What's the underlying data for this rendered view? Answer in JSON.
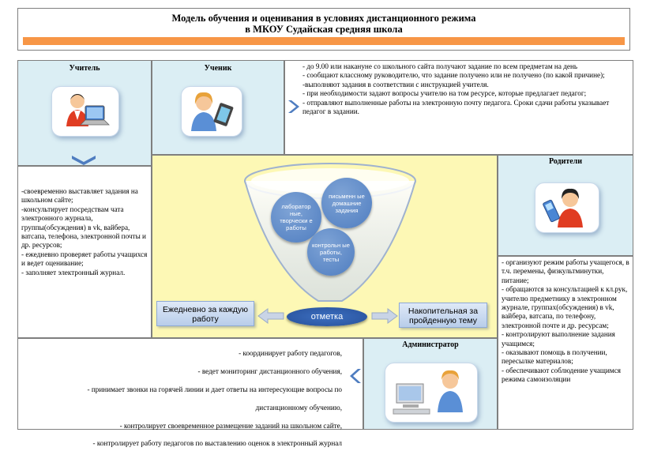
{
  "title": {
    "line1": "Модель обучения и оценивания в условиях дистанционного режима",
    "line2": "в МКОУ Судайская средняя школа"
  },
  "colors": {
    "accent_bar": "#f79646",
    "cell_blue": "#dbeef4",
    "cell_yellow": "#fdf8b5",
    "chevron": "#4f7dc0"
  },
  "teacher": {
    "header": "Учитель",
    "icon": "teacher-laptop-icon",
    "duties": "-своевременно выставляет задания на школьном сайте;\n-консультирует посредствам чата электронного журнала, группы(обсуждения) в vk, вайбера, ватсапа, телефона, электронной почты и др. ресурсов;\n- ежедневно проверяет работы учащихся и ведет оценивание;\n-  заполняет электронный журнал."
  },
  "student": {
    "header": "Ученик",
    "icon": "student-tablet-icon",
    "duties": "- до 9.00 или накануне  со школьного сайта получают задание по всем предметам на день\n - сообщают классному руководителю, что задание получено или не получено (по какой причине);\n-выполняют задания в соответствии с инструкцией учителя.\n- при необходимости задают вопросы учителю на том ресурсе, которые предлагает педагог;\n- отправляют выполненные работы на электронную почту педагога. Сроки сдачи работы указывает педагог в задании."
  },
  "parents": {
    "header": "Родители",
    "icon": "parent-phone-icon",
    "duties": "- организуют режим работы учащегося, в т.ч. перемены, физкультминутки, питание;\n - обращаются за консультацией к кл.рук, учителю предметнику в электронном журнале, группах(обсуждения) в vk, вайбера, ватсапа, по телефону, электронной почте и др. ресурсам;\n- контролируют выполнение задания учащимся;\n- оказывают помощь в получении, пересылке материалов;\n- обеспечивают соблюдение учащимся режима самоизоляции"
  },
  "administrator": {
    "header": "Администратор",
    "icon": "administrator-computer-icon",
    "duties": [
      "- координирует работу педагогов,",
      "- ведет мониторинг дистанционного обучения,",
      "- принимает звонки на горячей линии и дает ответы на интересующие вопросы по",
      "дистанционному обучению,",
      "- контролирует своевременное размещение заданий на школьном сайте,",
      "- контролирует работу педагогов по выставлению оценок в  электронный журнал"
    ]
  },
  "funnel": {
    "bubble_lab": "лаборатор ные, творчески е работы",
    "bubble_written": "письменн ые домашние задания",
    "bubble_control": "контрольн ые работы, тесты",
    "result": "отметка",
    "left_box": "Ежедневно за каждую работу",
    "right_box": "Накопительная  за пройденную тему"
  }
}
